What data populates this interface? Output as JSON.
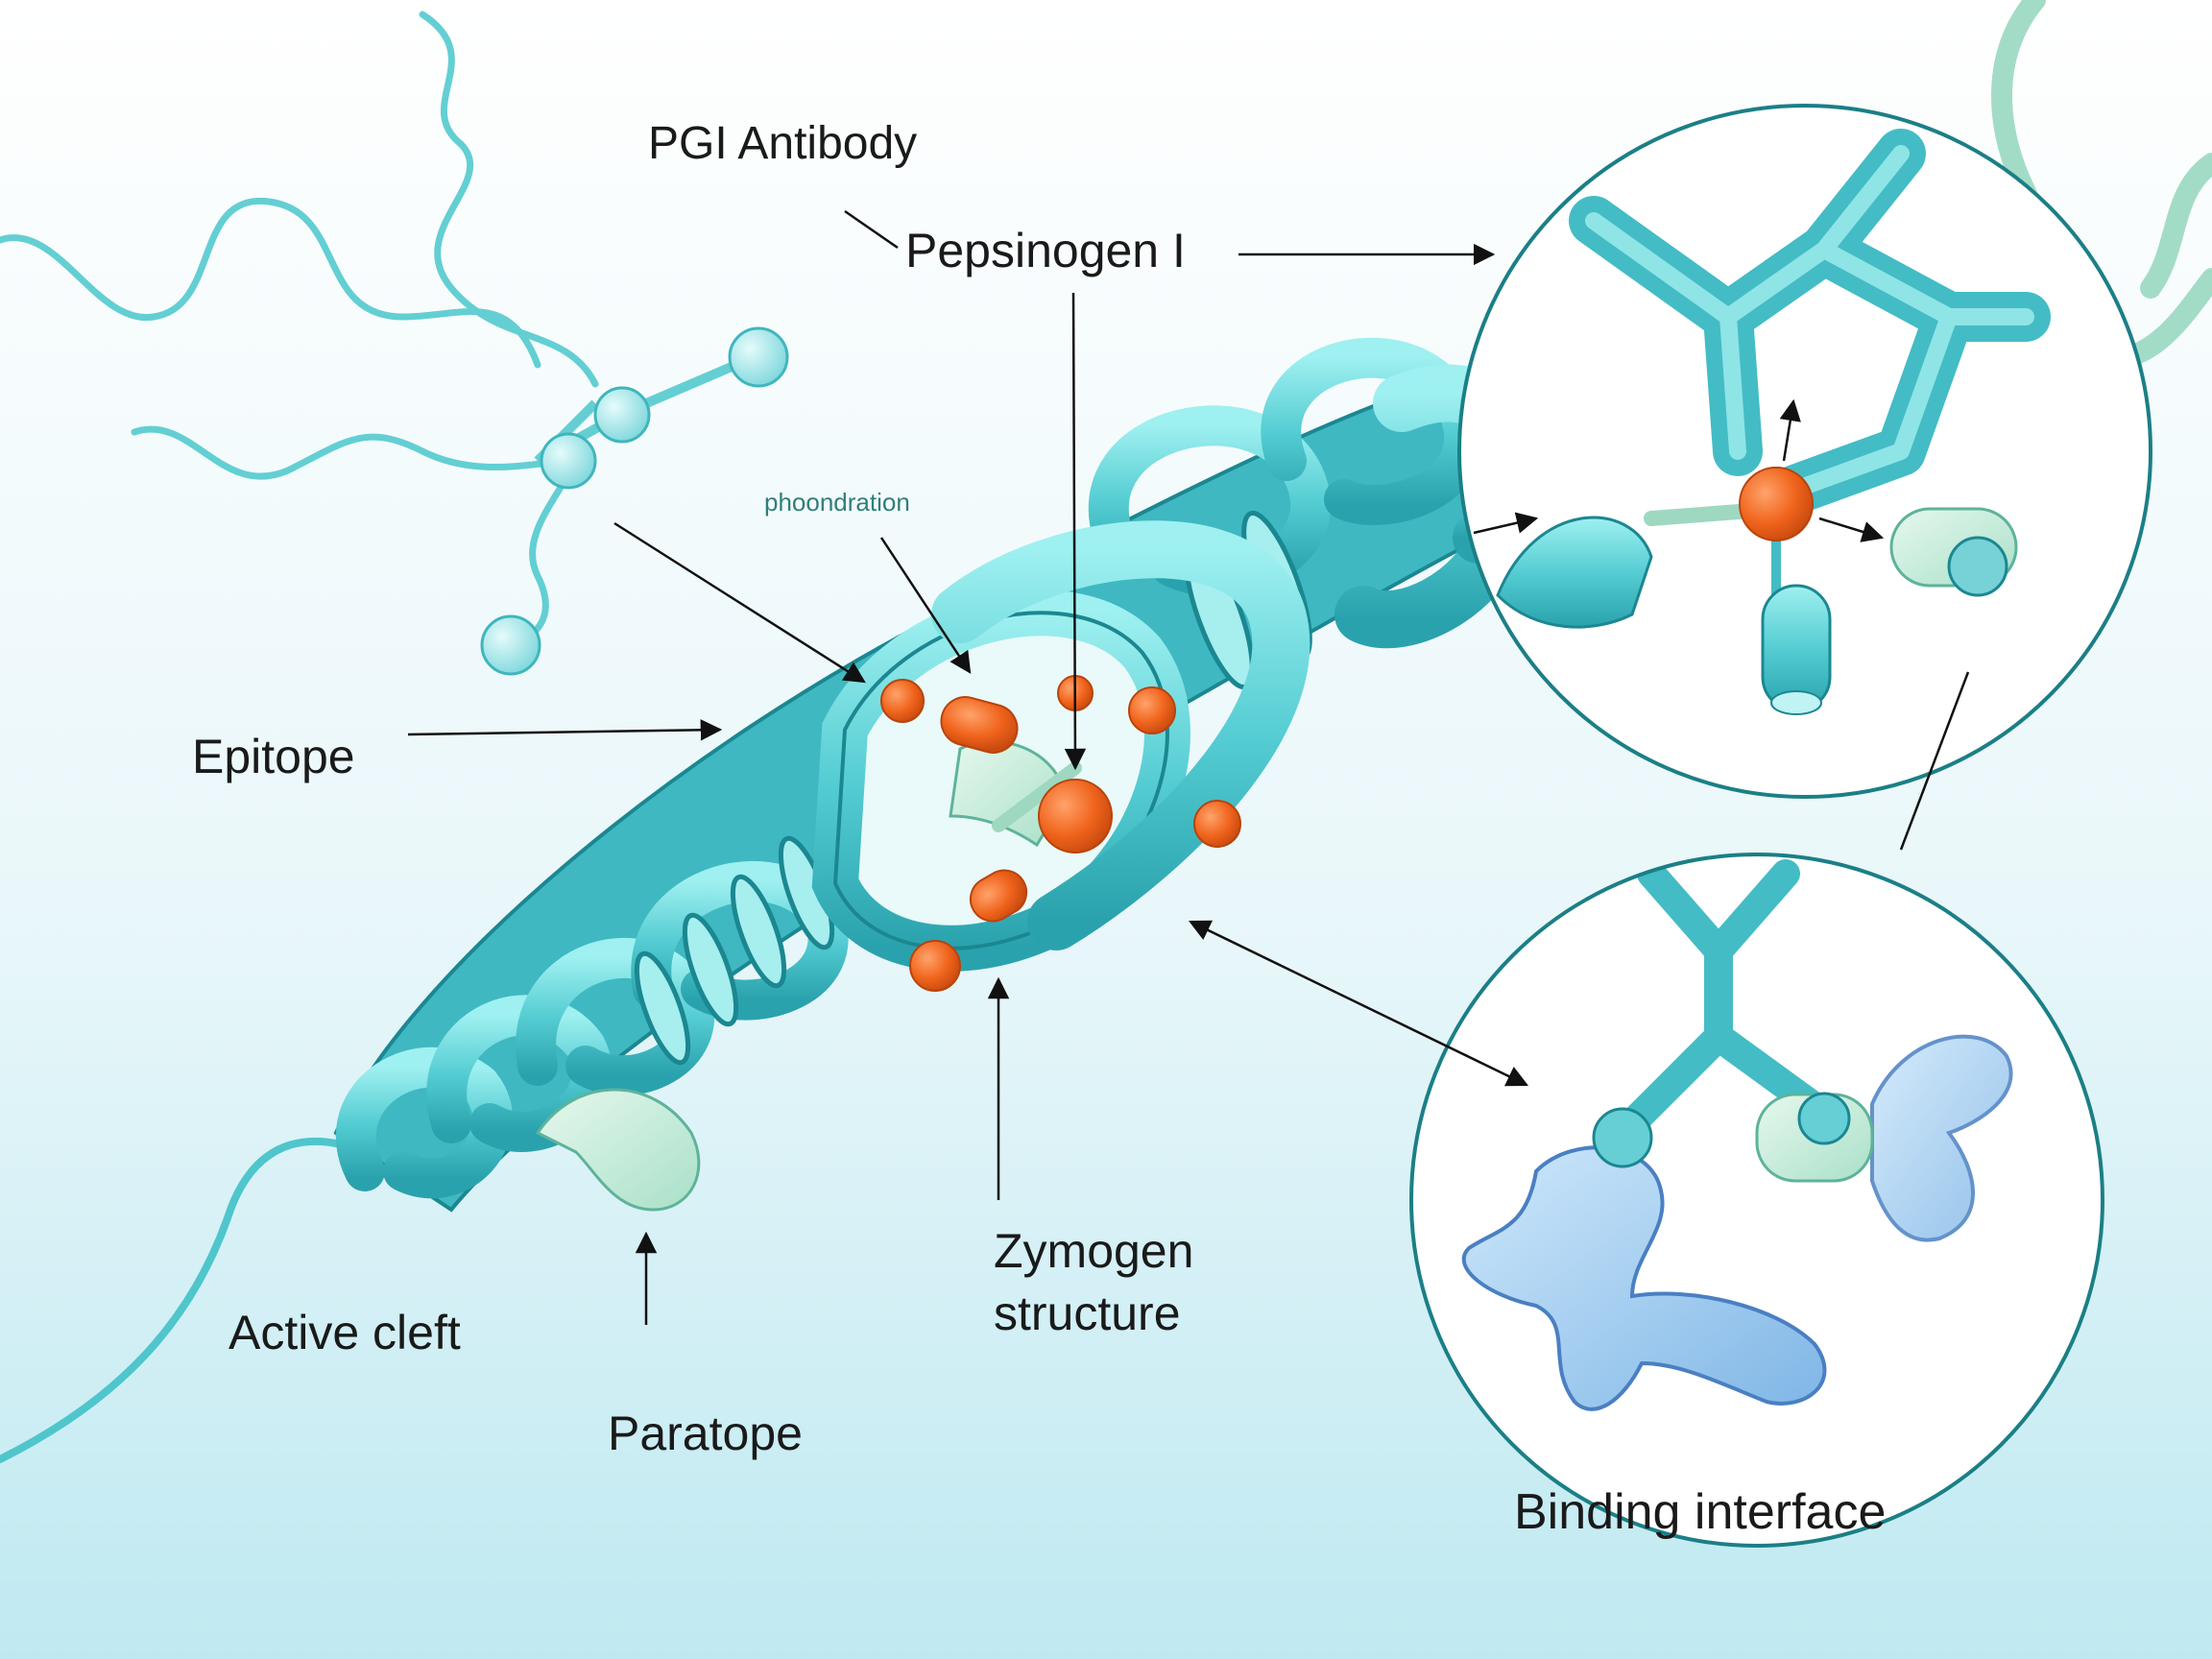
{
  "labels": {
    "pgi_antibody": "PGI Antibody",
    "pepsinogen": "Pepsinogen I",
    "phosphorylation": "phoondration",
    "epitope": "Epitope",
    "active_cleft": "Active cleft",
    "paratope": "Paratope",
    "zymogen_line1": "Zymogen",
    "zymogen_line2": "structure",
    "binding_interface": "Binding interface"
  },
  "colors": {
    "background_top": "#ffffff",
    "background_bottom": "#bfe9f1",
    "protein": "#5ccfd4",
    "protein_dark": "#2aa9b3",
    "outline": "#1b8791",
    "residue": "#f0641c",
    "residue_highlight": "#ffa36b",
    "mint": "#c6ecd9",
    "blue_molecule": "#8cc3ea"
  }
}
